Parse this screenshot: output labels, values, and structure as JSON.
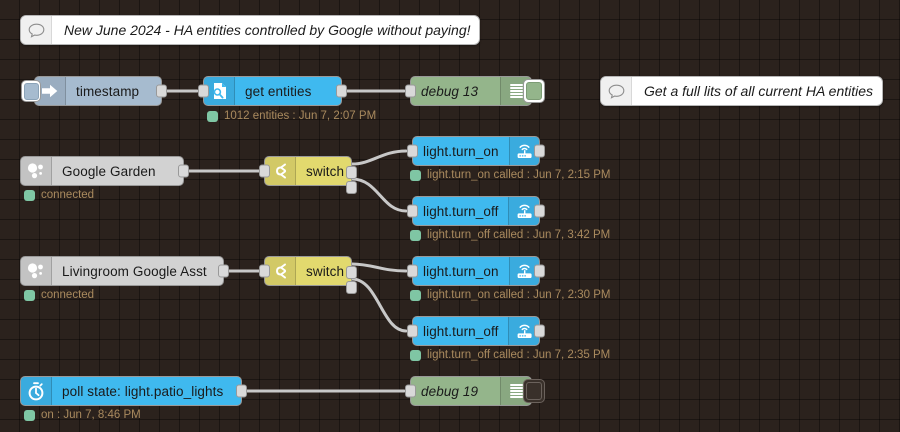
{
  "editor": {
    "name": "node-red-flow-canvas",
    "background_color": "#2b221d",
    "grid_color": "#1c1512",
    "wire_color": "#c8c8c8"
  },
  "comments": [
    {
      "id": "comment-header",
      "icon": "comment-bubble-icon",
      "text": "New June 2024 - HA entities controlled by Google without paying!"
    },
    {
      "id": "comment-get-entities",
      "icon": "comment-bubble-icon",
      "text": "Get a full lits of all current HA entities"
    }
  ],
  "nodes": {
    "timestamp": {
      "label": "timestamp",
      "type": "inject",
      "color": "#a6bbcf",
      "icon": "inject-arrow-icon",
      "button": "inject-trigger-button"
    },
    "get_entities": {
      "label": "get entities",
      "type": "home-assistant-get-entities",
      "color": "#3fb9ef",
      "icon": "document-search-icon",
      "status": "1012 entities : Jun 7, 2:07 PM",
      "status_dot_color": "#7fc6a4"
    },
    "debug_13": {
      "label": "debug 13",
      "type": "debug",
      "color": "#94b58b",
      "icon": "debug-lines-icon",
      "toggle_state": "enabled"
    },
    "google_garden": {
      "label": "Google Garden",
      "type": "google-assistant-device",
      "color": "#d2d2d2",
      "icon": "google-assistant-dots-icon",
      "status": "connected",
      "status_dot_color": "#7fc6a4"
    },
    "switch_garden": {
      "label": "switch",
      "type": "switch",
      "color": "#e2d96e",
      "icon": "switch-fork-icon"
    },
    "garden_light_on": {
      "label": "light.turn_on",
      "type": "home-assistant-call-service",
      "color": "#3fb9ef",
      "icon": "router-wifi-icon",
      "status": "light.turn_on called : Jun 7, 2:15 PM",
      "status_dot_color": "#7fc6a4"
    },
    "garden_light_off": {
      "label": "light.turn_off",
      "type": "home-assistant-call-service",
      "color": "#3fb9ef",
      "icon": "router-wifi-icon",
      "status": "light.turn_off called : Jun 7, 3:42 PM",
      "status_dot_color": "#7fc6a4"
    },
    "livingroom_asst": {
      "label": "Livingroom Google Asst",
      "type": "google-assistant-device",
      "color": "#d2d2d2",
      "icon": "google-assistant-dots-icon",
      "status": "connected",
      "status_dot_color": "#7fc6a4"
    },
    "switch_livingroom": {
      "label": "switch",
      "type": "switch",
      "color": "#e2d96e",
      "icon": "switch-fork-icon"
    },
    "livingroom_light_on": {
      "label": "light.turn_on",
      "type": "home-assistant-call-service",
      "color": "#3fb9ef",
      "icon": "router-wifi-icon",
      "status": "light.turn_on called : Jun 7, 2:30 PM",
      "status_dot_color": "#7fc6a4"
    },
    "livingroom_light_off": {
      "label": "light.turn_off",
      "type": "home-assistant-call-service",
      "color": "#3fb9ef",
      "icon": "router-wifi-icon",
      "status": "light.turn_off called : Jun 7, 2:35 PM",
      "status_dot_color": "#7fc6a4"
    },
    "poll_state": {
      "label": "poll state: light.patio_lights",
      "type": "home-assistant-poll-state",
      "color": "#3fb9ef",
      "icon": "stopwatch-icon",
      "status": "on : Jun 7, 8:46 PM",
      "status_dot_color": "#7fc6a4"
    },
    "debug_19": {
      "label": "debug 19",
      "type": "debug",
      "color": "#94b58b",
      "icon": "debug-lines-icon",
      "toggle_state": "disabled"
    }
  }
}
